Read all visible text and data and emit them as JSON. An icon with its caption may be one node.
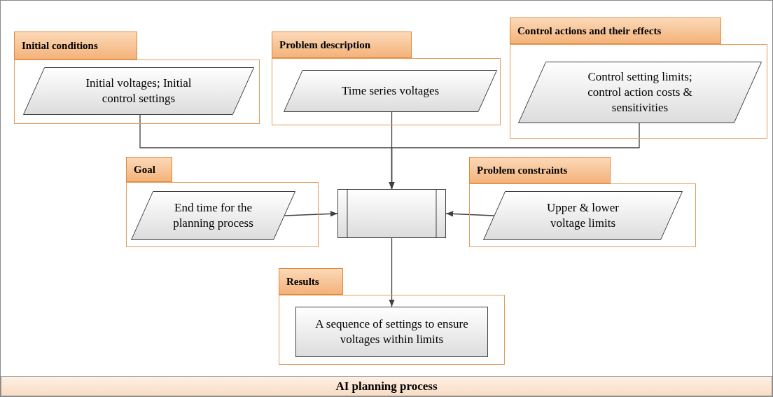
{
  "diagram": {
    "nodes": [
      {
        "text": [
          "Initial conditions"
        ]
      },
      {
        "text": [
          "Initial voltages; Initial control settings"
        ],
        "in": 0
      },
      {
        "text": [
          "Problem description"
        ]
      },
      {
        "text": [
          "Time series voltages"
        ],
        "in": 2
      },
      {
        "text": [
          "Control actions and their effects"
        ]
      },
      {
        "text": [
          "Control setting limits; control action costs & sensitivities"
        ],
        "in": 4
      },
      {
        "text": [
          "Goal"
        ]
      },
      {
        "text": [
          "End time for the planning process"
        ],
        "in": 6
      },
      {
        "text": [],
        "shape": "box"
      },
      {
        "text": [
          "Problem constraints"
        ]
      },
      {
        "text": [
          "Upper & lower voltage limits"
        ],
        "in": 9
      },
      {
        "text": [
          "Results"
        ]
      },
      {
        "text": [
          "A sequence of settings to ensure voltages within limits"
        ],
        "in": 11
      },
      {
        "text": [
          "AI planning process"
        ]
      }
    ],
    "edges": [
      {
        "from": 1,
        "to": 8,
        "arrow": "to"
      },
      {
        "from": 3,
        "to": 8,
        "arrow": "to"
      },
      {
        "from": 5,
        "to": 8,
        "arrow": "to"
      },
      {
        "from": 7,
        "to": 8,
        "arrow": "to"
      },
      {
        "from": 10,
        "to": 8,
        "arrow": "to"
      },
      {
        "from": 8,
        "to": 12,
        "arrow": "to"
      }
    ]
  }
}
